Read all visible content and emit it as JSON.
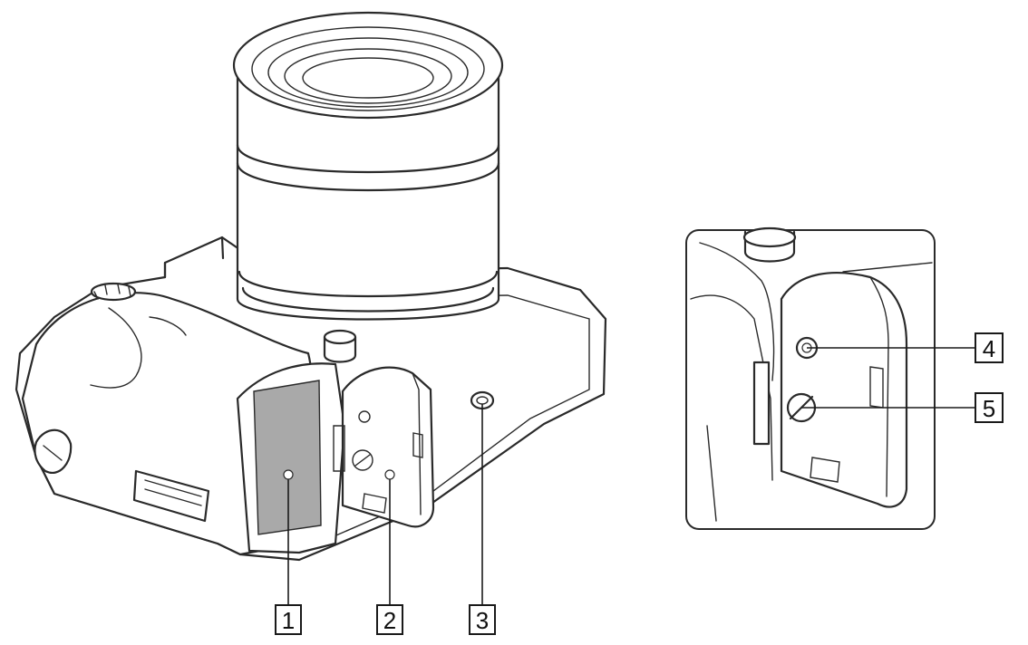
{
  "figure": {
    "main_view": "camera-bottom-view",
    "inset_view": "battery-cover-closeup"
  },
  "callouts": [
    {
      "id": "1",
      "label": "1",
      "part": "battery-compartment"
    },
    {
      "id": "2",
      "label": "2",
      "part": "battery-cover"
    },
    {
      "id": "3",
      "label": "3",
      "part": "tripod-socket"
    },
    {
      "id": "4",
      "label": "4",
      "part": "cover-hole"
    },
    {
      "id": "5",
      "label": "5",
      "part": "cover-lever"
    }
  ],
  "colors": {
    "line": "#2a2a2a",
    "battery_fill": "#a9a9a9",
    "background": "#ffffff"
  }
}
